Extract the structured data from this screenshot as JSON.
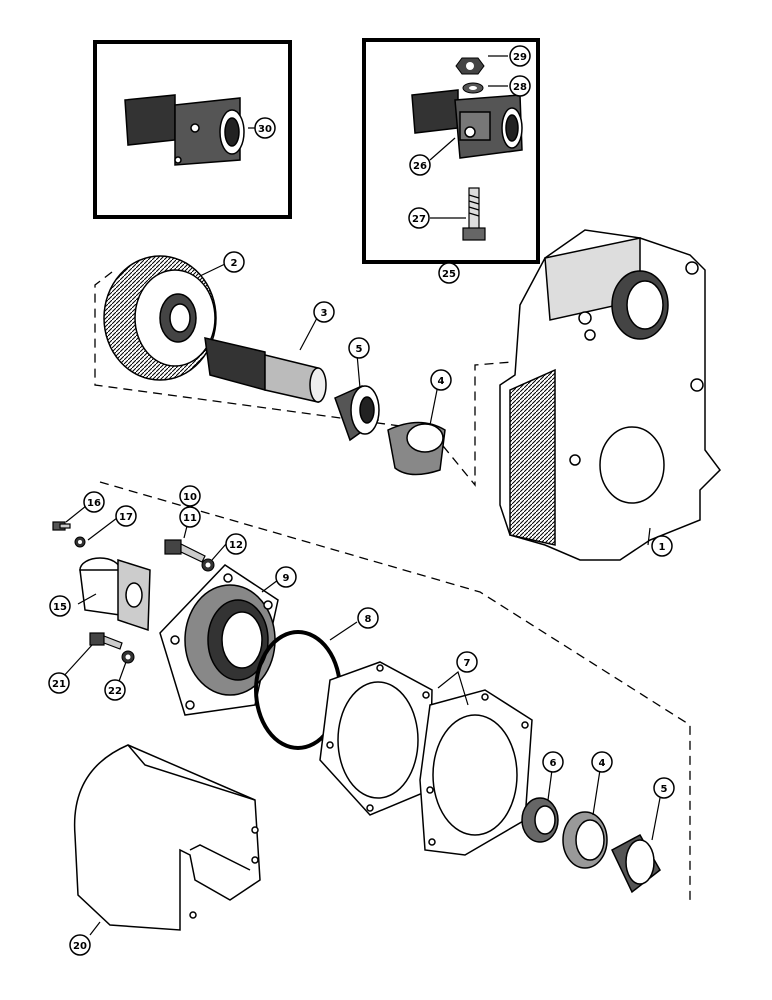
{
  "diagram": {
    "callouts": [
      "1",
      "2",
      "3",
      "4",
      "4",
      "5",
      "5",
      "6",
      "7",
      "8",
      "9",
      "10",
      "11",
      "12",
      "15",
      "16",
      "17",
      "20",
      "21",
      "22",
      "25",
      "26",
      "27",
      "28",
      "29",
      "30"
    ],
    "colors": {
      "ink": "#000000",
      "paper": "#ffffff",
      "shade": "#1a1a1a"
    }
  }
}
